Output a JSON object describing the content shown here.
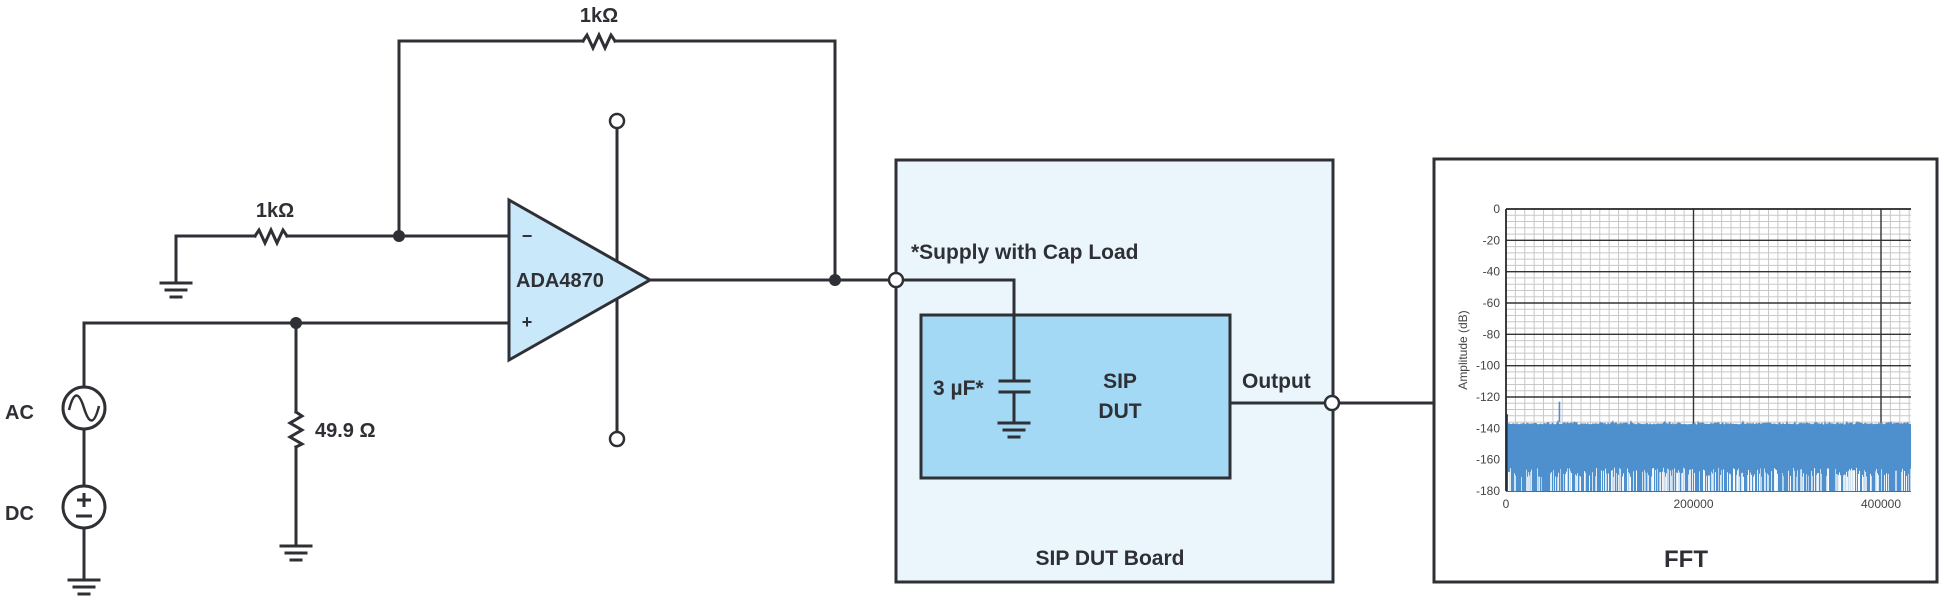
{
  "diagram": {
    "resistors": {
      "feedback": "1kΩ",
      "input": "1kΩ",
      "termination": "49.9 Ω"
    },
    "sources": {
      "ac_label": "AC",
      "dc_label": "DC"
    },
    "opamp": {
      "name": "ADA4870",
      "minus": "−",
      "plus": "+"
    },
    "board": {
      "title": "SIP DUT Board",
      "supply_note": "*Supply with Cap Load",
      "cap_label": "3 µF*",
      "dut_line1": "SIP",
      "dut_line2": "DUT",
      "output_label": "Output"
    },
    "fft_panel": {
      "title": "FFT"
    },
    "colors": {
      "wire": "#2f3035",
      "opamp_fill": "#c9e8f9",
      "board_fill": "#ebf6fc",
      "dut_fill": "#a3d9f4",
      "spectrum": "#4e8fcd"
    }
  },
  "chart_data": {
    "type": "area",
    "title": "FFT",
    "xlabel": "",
    "ylabel": "Amplitude (dB)",
    "xlim": [
      0,
      432000
    ],
    "ylim": [
      -180,
      0
    ],
    "x_ticks": [
      0,
      200000,
      400000
    ],
    "x_tick_labels": [
      "0",
      "200000",
      "400000"
    ],
    "y_ticks": [
      0,
      -20,
      -40,
      -60,
      -80,
      -100,
      -120,
      -140,
      -160,
      -180
    ],
    "y_tick_labels": [
      "0",
      "-20",
      "-40",
      "-60",
      "-80",
      "-100",
      "-120",
      "-140",
      "-160",
      "-180"
    ],
    "grid": true,
    "x_minor_step": 10000,
    "y_minor_step": 4,
    "noise_floor_top_db": -136,
    "noise_floor_solid_bottom_db": -171,
    "noise_min_db": -180,
    "dc_bin_db": -131,
    "spur": {
      "x": 57000,
      "y": -123
    },
    "legend": "none"
  }
}
